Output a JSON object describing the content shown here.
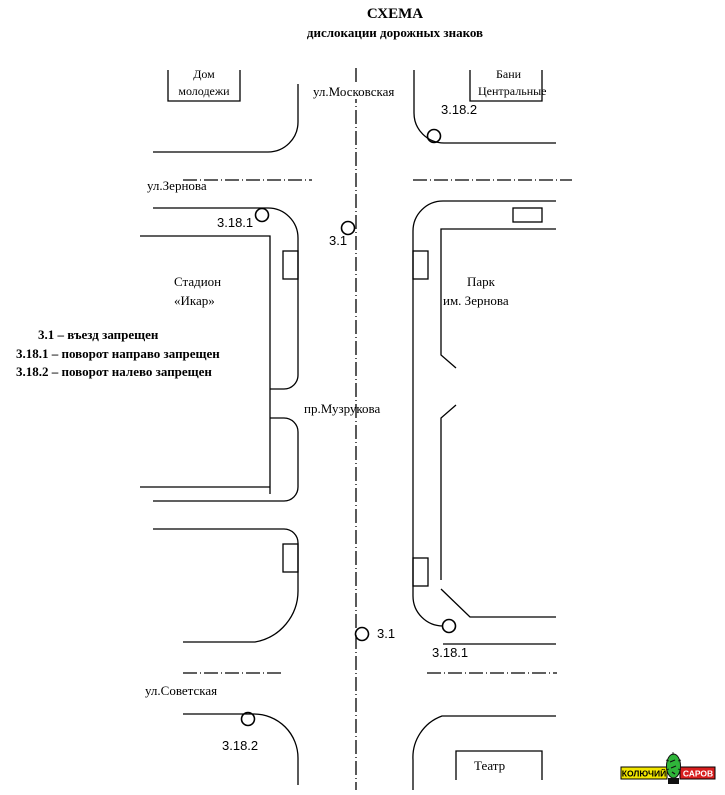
{
  "title": {
    "main": "СХЕМА",
    "subtitle": "дислокации дорожных знаков"
  },
  "streets": {
    "moskovskaya": "ул.Московская",
    "zernova": "ул.Зернова",
    "muzrukova": "пр.Музрукова",
    "sovetskaya": "ул.Советская"
  },
  "buildings": {
    "dom_molodezhi": [
      "Дом",
      "молодежи"
    ],
    "bani": [
      "Бани",
      "Центральные"
    ],
    "stadion": [
      "Стадион",
      "«Икар»"
    ],
    "park": [
      "Парк",
      "им. Зернова"
    ],
    "teatr": "Театр"
  },
  "signs": [
    {
      "id": "sign-3-18-2-top",
      "code": "3.18.2"
    },
    {
      "id": "sign-3-18-1-upper-left",
      "code": "3.18.1"
    },
    {
      "id": "sign-3-1-upper",
      "code": "3.1"
    },
    {
      "id": "sign-3-1-lower",
      "code": "3.1"
    },
    {
      "id": "sign-3-18-1-lower-right",
      "code": "3.18.1"
    },
    {
      "id": "sign-3-18-2-bottom",
      "code": "3.18.2"
    }
  ],
  "legend": [
    {
      "code": "3.1",
      "text": "3.1 – въезд запрещен"
    },
    {
      "code": "3.18.1",
      "text": "3.18.1 – поворот направо запрещен"
    },
    {
      "code": "3.18.2",
      "text": "3.18.2 – поворот налево запрещен"
    }
  ],
  "logo": {
    "left_text": "КОЛЮЧИЙ",
    "right_text": "САРОВ",
    "colors": {
      "left_bg": "#f2e600",
      "right_bg": "#d81e1e",
      "cactus": "#2fb53a"
    }
  }
}
